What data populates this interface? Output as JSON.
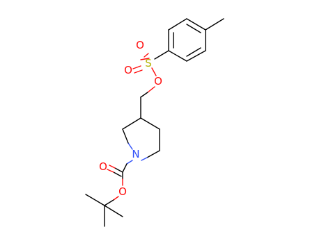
{
  "molecule": {
    "colors": {
      "carbon_bond": "#000000",
      "oxygen": "#ff0d0d",
      "nitrogen": "#3050f8",
      "sulfur": "#b2b200"
    },
    "atoms": {
      "s": {
        "symbol": "S",
        "color": "#b2b200"
      },
      "o1": {
        "symbol": "O",
        "color": "#ff0d0d"
      },
      "o2": {
        "symbol": "O",
        "color": "#ff0d0d"
      },
      "o3": {
        "symbol": "O",
        "color": "#ff0d0d"
      },
      "n": {
        "symbol": "N",
        "color": "#3050f8"
      },
      "o4": {
        "symbol": "O",
        "color": "#ff0d0d"
      },
      "o5": {
        "symbol": "O",
        "color": "#ff0d0d"
      }
    }
  }
}
